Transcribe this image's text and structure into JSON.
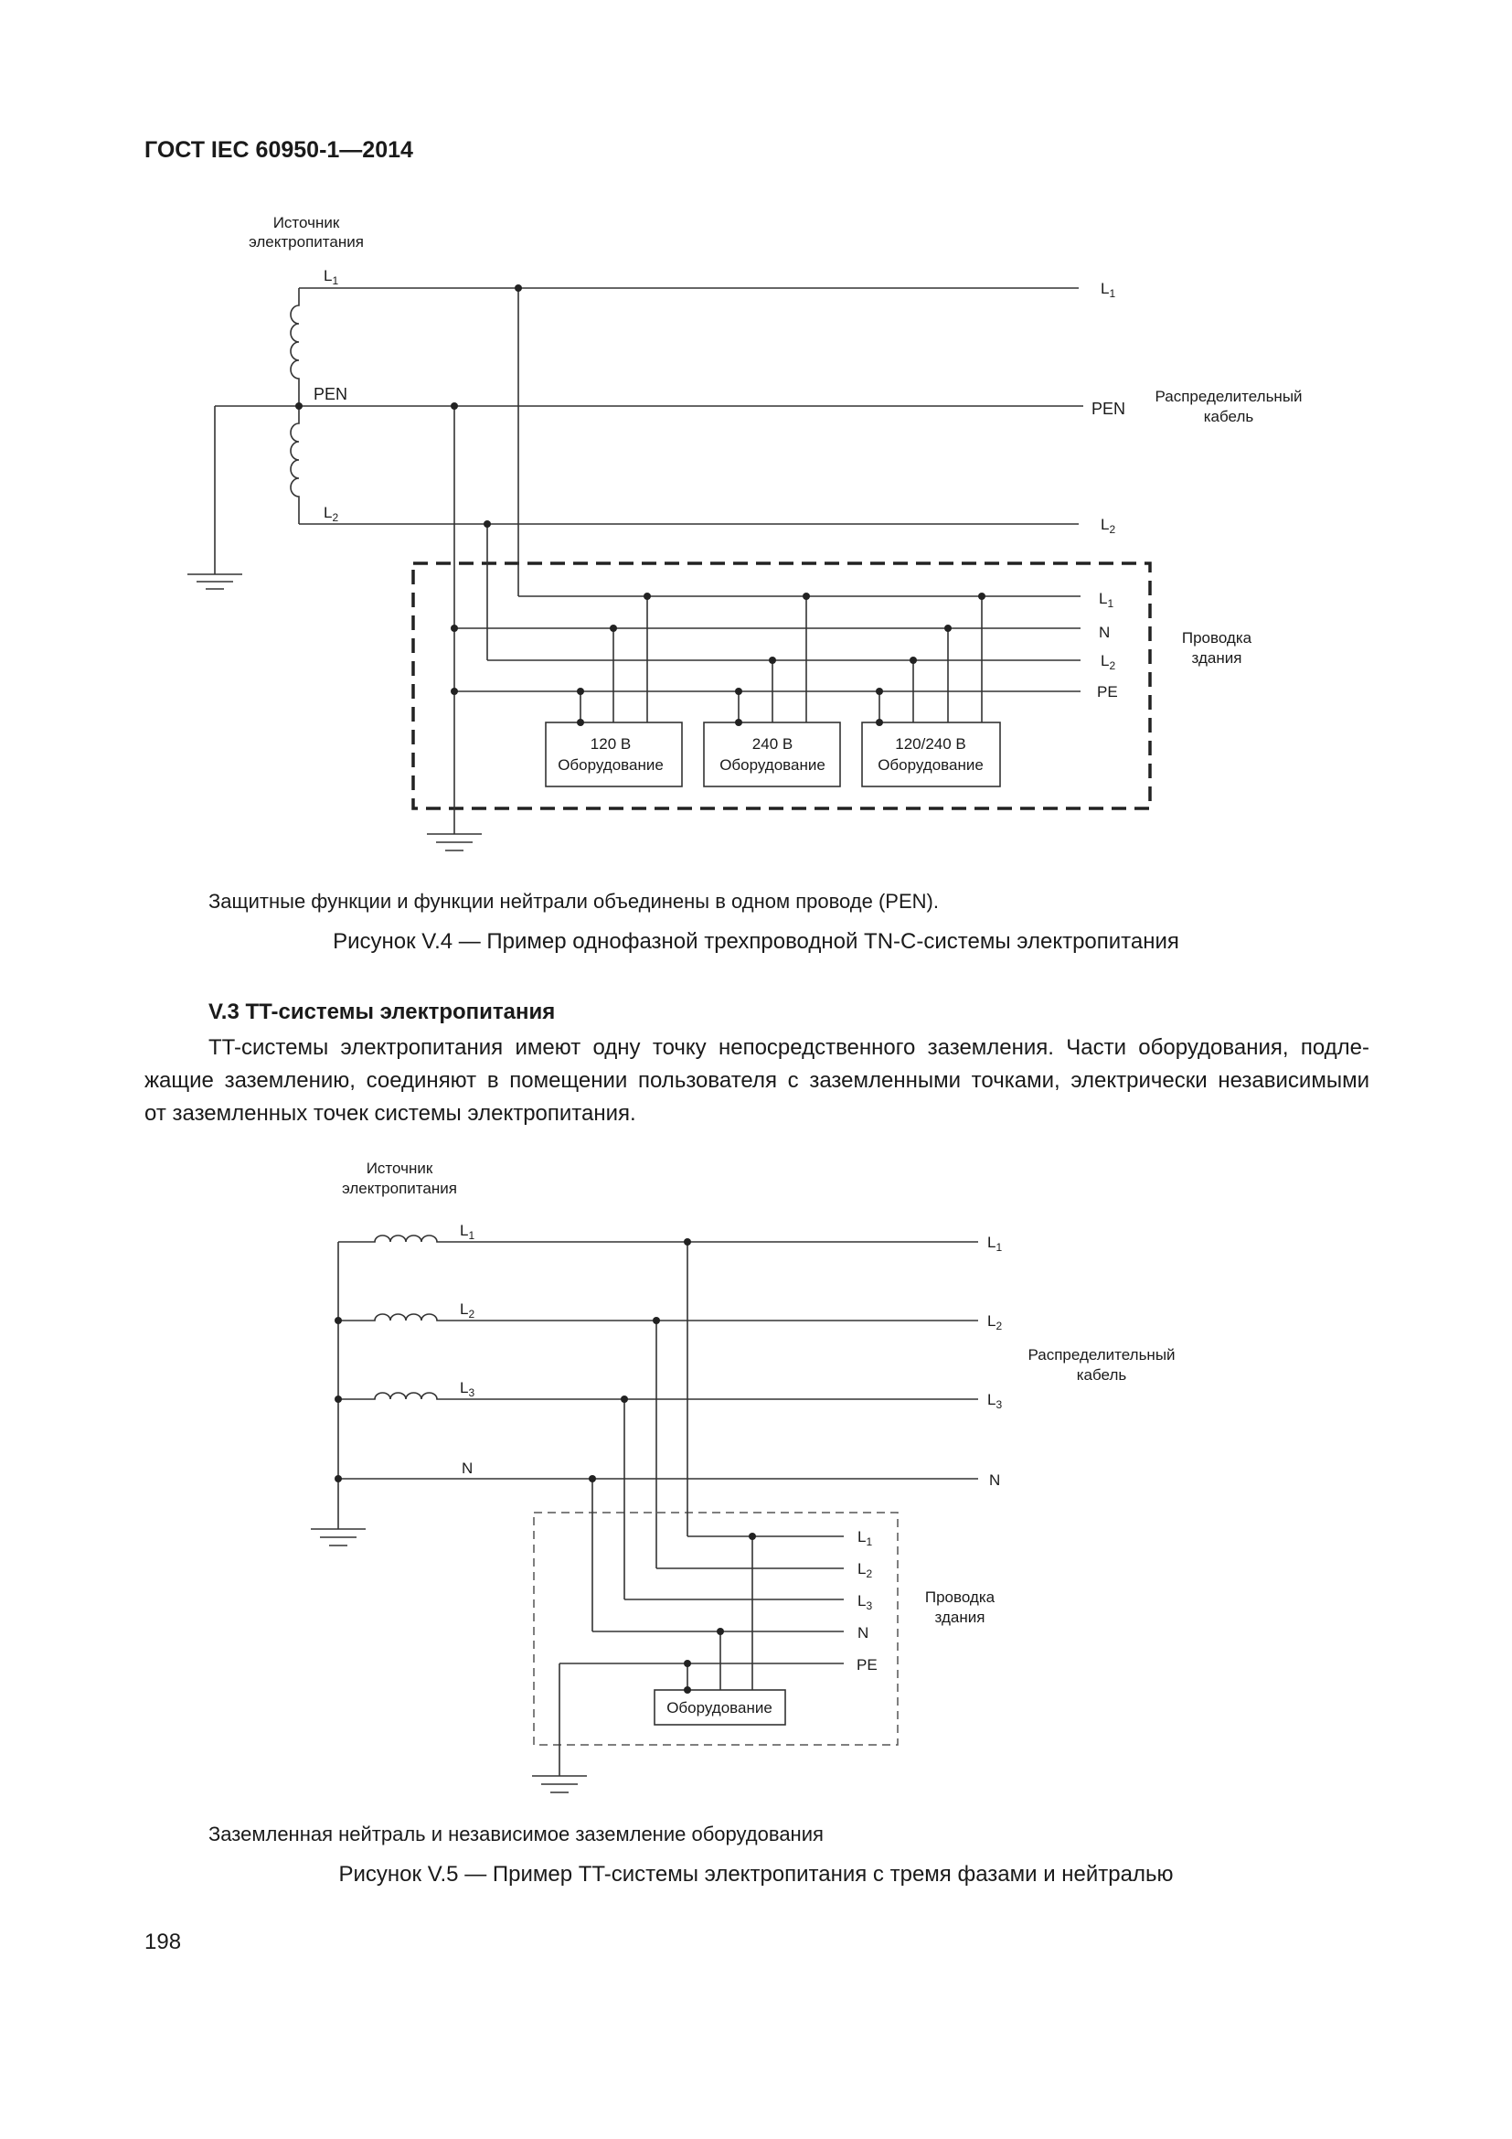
{
  "header": "ГОСТ IEC 60950-1—2014",
  "page_number": "198",
  "figure_v4": {
    "source_label_1": "Источник",
    "source_label_2": "электропитания",
    "wire_labels": {
      "l1": "L",
      "l1_sub": "1",
      "pen": "PEN",
      "l2": "L",
      "l2_sub": "2"
    },
    "right_labels": {
      "l1": "L",
      "l1_sub": "1",
      "pen": "PEN",
      "l2": "L",
      "l2_sub": "2"
    },
    "dist_cable_1": "Распределительный",
    "dist_cable_2": "кабель",
    "building_labels": {
      "l1": "L",
      "l1_sub": "1",
      "n": "N",
      "l2": "L",
      "l2_sub": "2",
      "pe": "PE"
    },
    "building_wiring_1": "Проводка",
    "building_wiring_2": "здания",
    "equipment": [
      {
        "line1": "120 В",
        "line2": "Оборудование"
      },
      {
        "line1": "240 В",
        "line2": "Оборудование"
      },
      {
        "line1": "120/240 В",
        "line2": "Оборудование"
      }
    ],
    "note": "Защитные функции и функции нейтрали объединены в одном проводе (PEN).",
    "caption": "Рисунок V.4 — Пример однофазной трехпроводной TN-C-системы электропитания"
  },
  "section": {
    "title": "V.3 TT-системы электропитания",
    "para_lines": [
      "TT-системы электропитания имеют одну точку непосредственного заземления. Части оборудования, подле-",
      "жащие заземлению, соединяют в помещении пользователя с заземленными точками, электрически независимыми",
      "от заземленных точек системы электропитания."
    ]
  },
  "figure_v5": {
    "source_label_1": "Источник",
    "source_label_2": "электропитания",
    "wire_labels": {
      "l1": "L",
      "l1_sub": "1",
      "l2": "L",
      "l2_sub": "2",
      "l3": "L",
      "l3_sub": "3",
      "n": "N"
    },
    "right_labels": {
      "l1": "L",
      "l1_sub": "1",
      "l2": "L",
      "l2_sub": "2",
      "l3": "L",
      "l3_sub": "3",
      "n": "N"
    },
    "dist_cable_1": "Распределительный",
    "dist_cable_2": "кабель",
    "building_labels": {
      "l1": "L",
      "l1_sub": "1",
      "l2": "L",
      "l2_sub": "2",
      "l3": "L",
      "l3_sub": "3",
      "n": "N",
      "pe": "PE"
    },
    "building_wiring_1": "Проводка",
    "building_wiring_2": "здания",
    "equipment": "Оборудование",
    "note": "Заземленная нейтраль и независимое заземление оборудования",
    "caption": "Рисунок V.5 — Пример TT-системы электропитания с тремя фазами и нейтралью"
  }
}
